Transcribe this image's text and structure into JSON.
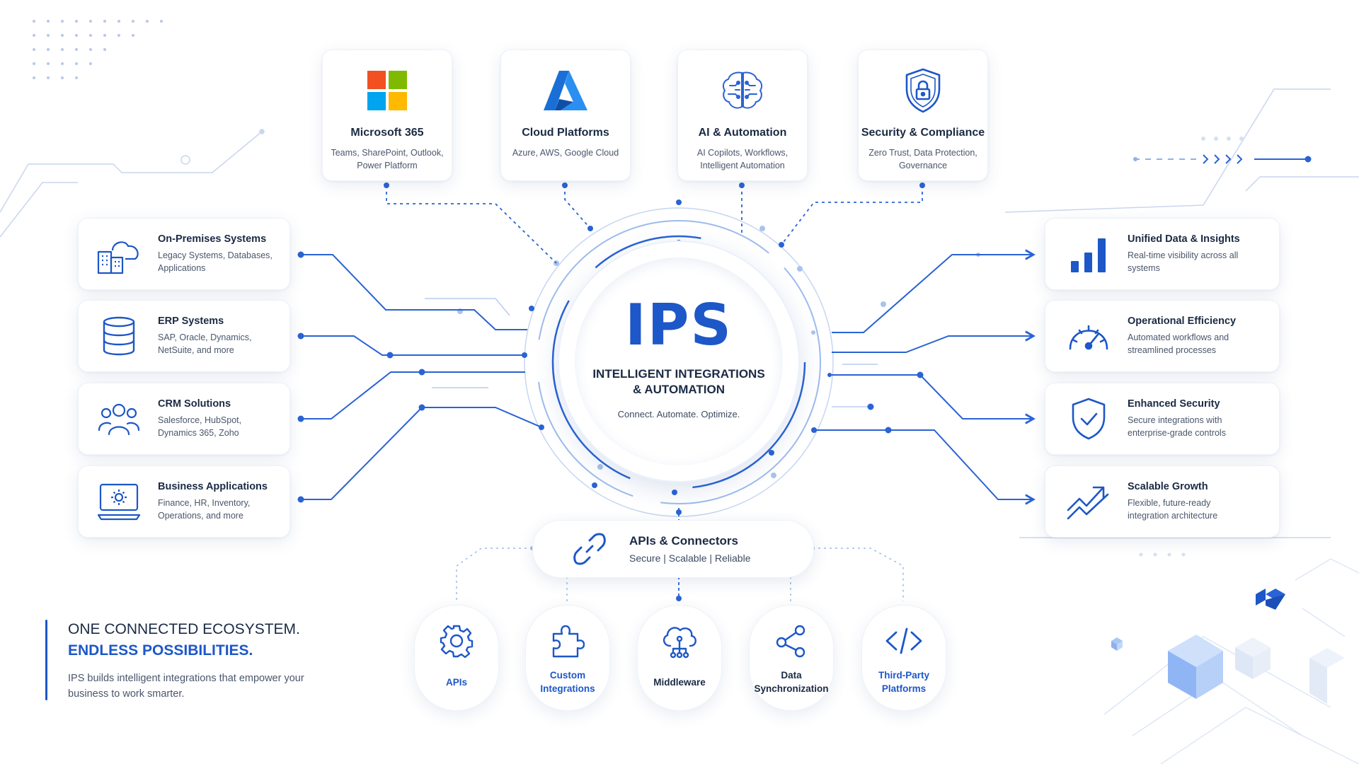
{
  "colors": {
    "accent": "#1d57c8",
    "accent_light": "#8fb0ee",
    "text_dark": "#1b2a44",
    "text_muted": "#4a566b"
  },
  "top_cards": [
    {
      "title": "Microsoft 365",
      "subtitle": "Teams, SharePoint, Outlook, Power Platform",
      "icon": "microsoft-logo-icon"
    },
    {
      "title": "Cloud Platforms",
      "subtitle": "Azure, AWS, Google Cloud",
      "icon": "azure-logo-icon"
    },
    {
      "title": "AI & Automation",
      "subtitle": "AI Copilots, Workflows, Intelligent Automation",
      "icon": "brain-icon"
    },
    {
      "title": "Security & Compliance",
      "subtitle": "Zero Trust, Data Protection, Governance",
      "icon": "shield-lock-icon"
    }
  ],
  "left_cards": [
    {
      "title": "On-Premises Systems",
      "subtitle": "Legacy Systems, Databases, Applications",
      "icon": "building-cloud-icon"
    },
    {
      "title": "ERP Systems",
      "subtitle": "SAP, Oracle, Dynamics, NetSuite, and more",
      "icon": "database-icon"
    },
    {
      "title": "CRM Solutions",
      "subtitle": "Salesforce, HubSpot, Dynamics 365, Zoho",
      "icon": "users-icon"
    },
    {
      "title": "Business Applications",
      "subtitle": "Finance, HR, Inventory, Operations, and more",
      "icon": "monitor-gear-icon"
    }
  ],
  "right_cards": [
    {
      "title": "Unified Data & Insights",
      "subtitle": "Real-time visibility across all systems",
      "icon": "bar-chart-icon"
    },
    {
      "title": "Operational Efficiency",
      "subtitle": "Automated workflows and streamlined processes",
      "icon": "speedometer-icon"
    },
    {
      "title": "Enhanced Security",
      "subtitle": "Secure integrations with enterprise-grade controls",
      "icon": "shield-check-icon"
    },
    {
      "title": "Scalable Growth",
      "subtitle": "Flexible, future-ready integration architecture",
      "icon": "trend-up-icon"
    }
  ],
  "hub": {
    "logo": "IPS",
    "title_line1": "INTELLIGENT INTEGRATIONS",
    "title_line2": "& AUTOMATION",
    "tagline": "Connect. Automate. Optimize."
  },
  "apis": {
    "title": "APIs & Connectors",
    "subtitle": "Secure | Scalable | Reliable",
    "icon": "link-icon"
  },
  "bottom_items": [
    {
      "label": "APIs",
      "icon": "gear-icon",
      "highlight": true
    },
    {
      "label": "Custom Integrations",
      "icon": "puzzle-icon",
      "highlight": true
    },
    {
      "label": "Middleware",
      "icon": "cloud-network-icon",
      "highlight": false
    },
    {
      "label": "Data Synchronization",
      "icon": "share-nodes-icon",
      "highlight": false
    },
    {
      "label": "Third-Party Platforms",
      "icon": "code-icon",
      "highlight": true
    }
  ],
  "ecosystem": {
    "line1": "ONE CONNECTED ECOSYSTEM.",
    "line2": "ENDLESS POSSIBILITIES.",
    "description": "IPS builds intelligent integrations that empower your business to work smarter."
  }
}
